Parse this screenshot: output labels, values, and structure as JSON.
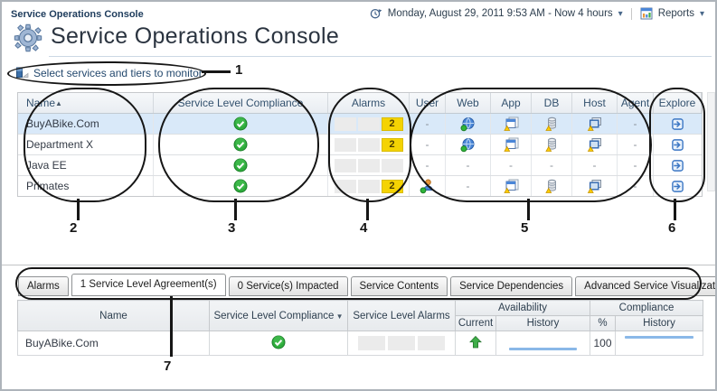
{
  "window": {
    "breadcrumb": "Service Operations Console"
  },
  "header": {
    "title": "Service Operations Console",
    "time_range": "Monday, August 29, 2011 9:53 AM - Now 4 hours",
    "reports_label": "Reports",
    "time_icon": "clock-history-icon",
    "reports_icon": "reports-icon",
    "title_icon": "gear-icon"
  },
  "toolbar": {
    "select_services_label": "Select services and tiers to monitor",
    "select_services_icon": "select-services-icon"
  },
  "services_table": {
    "columns": [
      "Name",
      "Service Level Compliance",
      "Alarms",
      "User",
      "Web",
      "App",
      "DB",
      "Host",
      "Agent",
      "Explore"
    ],
    "sort": {
      "column": "Name",
      "direction": "asc"
    },
    "rows": [
      {
        "name": "BuyABike.Com",
        "selected": true,
        "compliance": "check-icon",
        "alarms": [
          "",
          "",
          "2"
        ],
        "user": "-",
        "web": "globe-icon",
        "app": "app-warning-icon",
        "db": "db-warning-icon",
        "host": "host-warning-icon",
        "agent": "-",
        "explore": "explore-icon"
      },
      {
        "name": "Department X",
        "selected": false,
        "compliance": "check-icon",
        "alarms": [
          "",
          "",
          "2"
        ],
        "user": "-",
        "web": "globe-icon",
        "app": "app-warning-icon",
        "db": "db-warning-icon",
        "host": "host-warning-icon",
        "agent": "-",
        "explore": "explore-icon"
      },
      {
        "name": "Java EE",
        "selected": false,
        "compliance": "check-icon",
        "alarms": [
          "",
          "",
          ""
        ],
        "user": "-",
        "web": "-",
        "app": "-",
        "db": "-",
        "host": "-",
        "agent": "-",
        "explore": "explore-icon"
      },
      {
        "name": "Primates",
        "selected": false,
        "compliance": "check-icon",
        "alarms": [
          "",
          "",
          "2"
        ],
        "user": "user-icon",
        "web": "-",
        "app": "app-warning-icon",
        "db": "db-warning-icon",
        "host": "host-warning-icon",
        "agent": "-",
        "explore": "explore-icon"
      }
    ]
  },
  "tabs": [
    {
      "label": "Alarms",
      "active": false
    },
    {
      "label": "1 Service Level Agreement(s)",
      "active": true
    },
    {
      "label": "0 Service(s) Impacted",
      "active": false
    },
    {
      "label": "Service Contents",
      "active": false
    },
    {
      "label": "Service Dependencies",
      "active": false
    },
    {
      "label": "Advanced Service Visualization",
      "active": false
    }
  ],
  "sla_table": {
    "columns": {
      "name": "Name",
      "slc": "Service Level Compliance",
      "sla": "Service Level Alarms",
      "availability_group": "Availability",
      "current": "Current",
      "availability_history": "History",
      "percent": "%",
      "compliance_group": "Compliance",
      "compliance_history": "History"
    },
    "sort": {
      "column": "Service Level Compliance",
      "direction": "desc"
    },
    "row": {
      "name": "BuyABike.Com",
      "compliance": "check-icon",
      "alarms": [
        "",
        "",
        ""
      ],
      "current": "up-arrow-icon",
      "percent": "100"
    }
  },
  "callouts": [
    "1",
    "2",
    "3",
    "4",
    "5",
    "6",
    "7"
  ],
  "colors": {
    "accent_blue": "#4a86d8",
    "ok_green": "#2eac3c",
    "warning_yellow": "#ffce00",
    "alarm_yellow": "#f4d303",
    "selected_row": "#d9e9f9",
    "sparkline_blue": "#8ab8e8"
  }
}
